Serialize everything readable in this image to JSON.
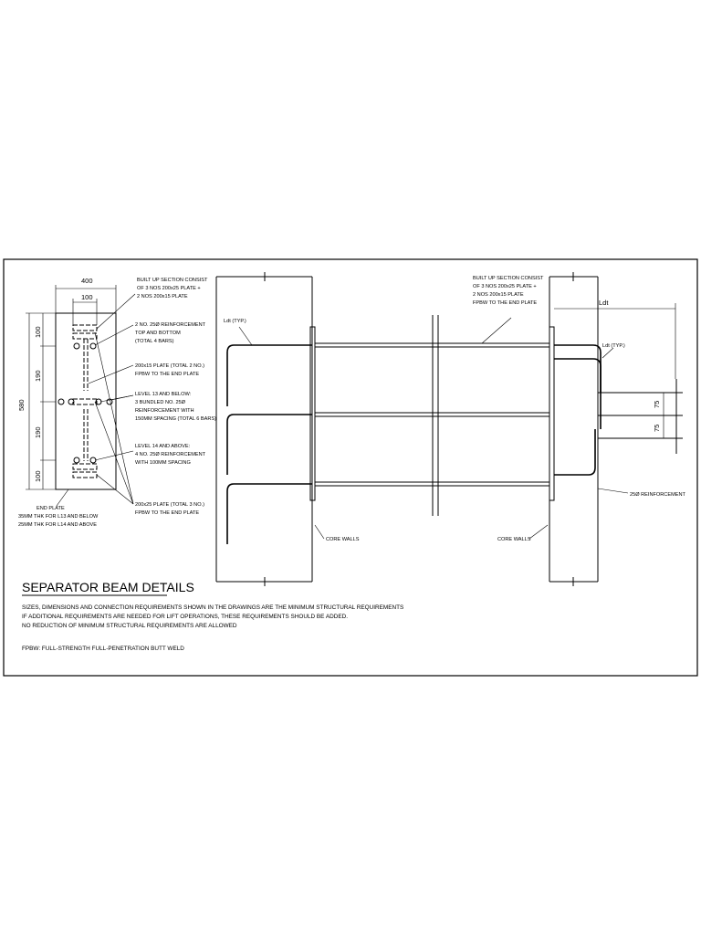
{
  "section": {
    "dims": {
      "width_400": "400",
      "width_100": "100",
      "height_580": "580",
      "h_100_top": "100",
      "h_190_top": "190",
      "h_190_bot": "190",
      "h_100_bot": "100"
    },
    "labels": {
      "builtup_1": "BUILT UP SECTION CONSIST",
      "builtup_2": "OF 3 NOS 200x25 PLATE +",
      "builtup_3": "2 NOS 200x15 PLATE",
      "reinf_1": "2 NO. 25Ø REINFORCEMENT",
      "reinf_2": "TOP AND BOTTOM",
      "reinf_3": "(TOTAL 4 BARS)",
      "plate15_1": "200x15 PLATE (TOTAL 2 NO.)",
      "plate15_2": "FPBW TO THE END PLATE",
      "lvl13_1": "LEVEL 13 AND BELOW:",
      "lvl13_2": "3 BUNDLED NO. 25Ø",
      "lvl13_3": "REINFORCEMENT WITH",
      "lvl13_4": "150MM SPACING (TOTAL 6 BARS)",
      "lvl14_1": "LEVEL 14 AND ABOVE:",
      "lvl14_2": "4 NO. 25Ø REINFORCEMENT",
      "lvl14_3": "WITH 100MM SPACING",
      "plate25_1": "200x25 PLATE (TOTAL 3 NO.)",
      "plate25_2": "FPBW TO THE END PLATE",
      "endplate_1": "END PLATE",
      "endplate_2": "35MM THK FOR L13 AND BELOW",
      "endplate_3": "25MM THK FOR L14 AND ABOVE"
    }
  },
  "elevation": {
    "left": {
      "ldt": "Ldt (TYP.)",
      "core": "CORE WALLS"
    },
    "right": {
      "builtup_1": "BUILT UP SECTION CONSIST",
      "builtup_2": "OF 3 NOS 200x25 PLATE +",
      "builtup_3": "2 NOS 200x15 PLATE",
      "builtup_4": "FPBW TO THE END PLATE",
      "ldt": "Ldt",
      "ldt_typ": "Ldt (TYP.)",
      "dim_75a": "75",
      "dim_75b": "75",
      "reinf": "25Ø REINFORCEMENT",
      "core": "CORE WALLS"
    }
  },
  "title": "SEPARATOR BEAM DETAILS",
  "notes": {
    "line1": "SIZES, DIMENSIONS AND CONNECTION REQUIREMENTS SHOWN IN THE DRAWINGS ARE THE MINIMUM STRUCTURAL REQUIREMENTS",
    "line2": "IF ADDITIONAL REQUIREMENTS ARE NEEDED FOR LIFT OPERATIONS, THESE REQUIREMENTS SHOULD BE ADDED.",
    "line3": "NO REDUCTION OF MINIMUM STRUCTURAL REQUIREMENTS ARE ALLOWED",
    "abbrev": "FPBW: FULL-STRENGTH FULL-PENETRATION BUTT WELD"
  }
}
